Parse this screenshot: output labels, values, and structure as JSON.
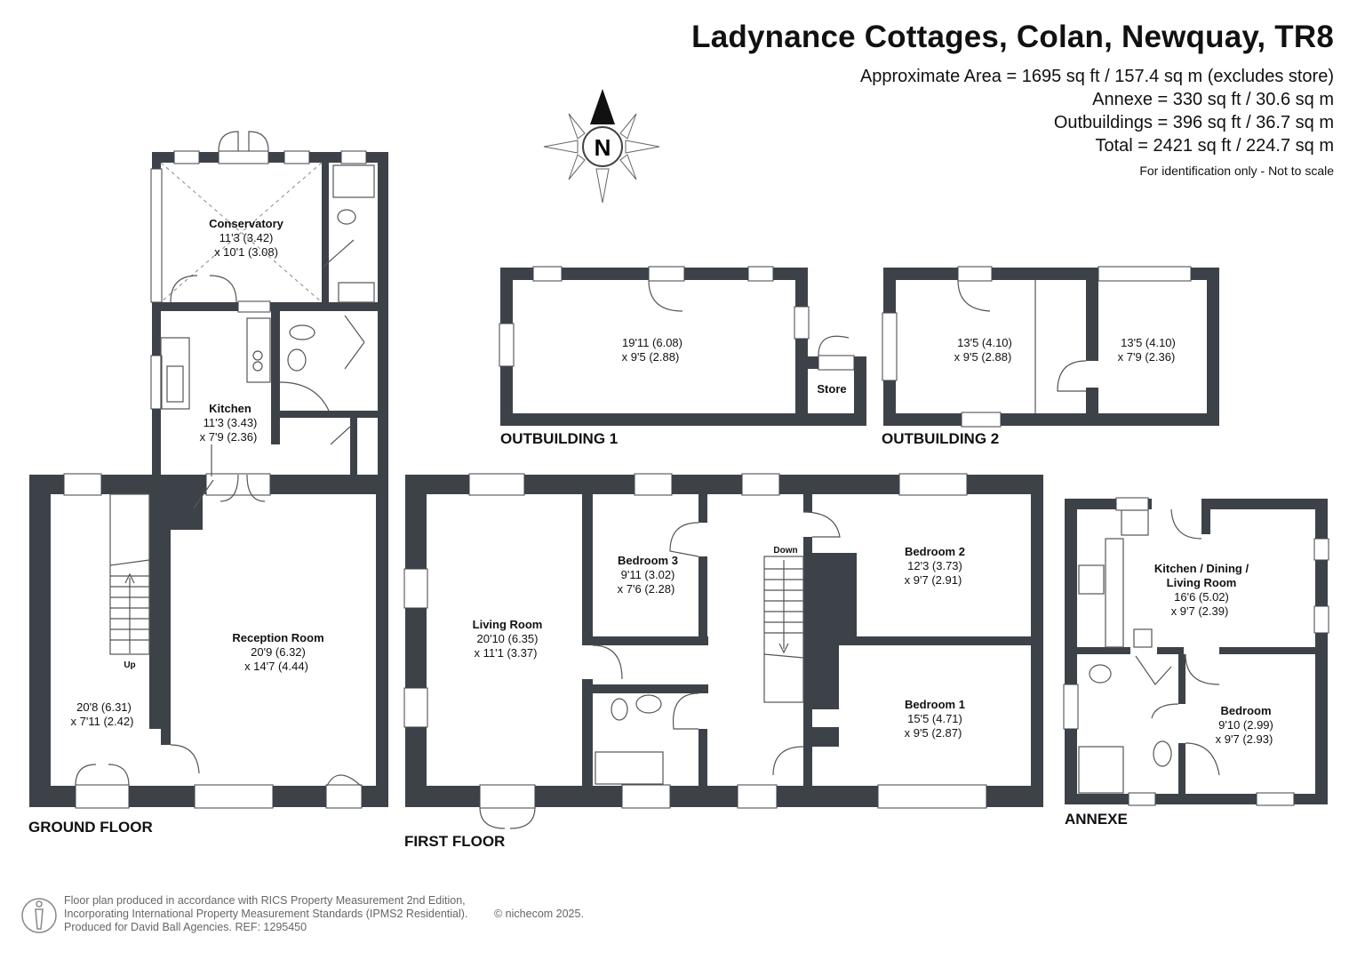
{
  "header": {
    "title": "Ladynance Cottages, Colan, Newquay, TR8",
    "areas": [
      "Approximate Area = 1695 sq ft / 157.4 sq m (excludes store)",
      "Annexe = 330 sq ft / 30.6 sq m",
      "Outbuildings = 396 sq ft / 36.7 sq m",
      "Total = 2421 sq ft / 224.7 sq m"
    ],
    "disclaimer": "For identification only - Not to scale"
  },
  "compass": {
    "label": "N"
  },
  "floors": {
    "ground": "GROUND FLOOR",
    "first": "FIRST FLOOR",
    "outbuilding1": "OUTBUILDING 1",
    "outbuilding2": "OUTBUILDING 2",
    "annexe": "ANNEXE"
  },
  "rooms": {
    "conservatory": {
      "name": "Conservatory",
      "dim1": "11'3 (3.42)",
      "dim2": "x 10'1 (3.08)"
    },
    "kitchen": {
      "name": "Kitchen",
      "dim1": "11'3 (3.43)",
      "dim2": "x 7'9 (2.36)"
    },
    "reception": {
      "name": "Reception Room",
      "dim1": "20'9 (6.32)",
      "dim2": "x 14'7 (4.44)"
    },
    "ground_side": {
      "dim1": "20'8 (6.31)",
      "dim2": "x 7'11 (2.42)"
    },
    "out1": {
      "dim1": "19'11 (6.08)",
      "dim2": "x 9'5 (2.88)"
    },
    "store": {
      "name": "Store"
    },
    "out2a": {
      "dim1": "13'5 (4.10)",
      "dim2": "x 9'5 (2.88)"
    },
    "out2b": {
      "dim1": "13'5 (4.10)",
      "dim2": "x 7'9 (2.36)"
    },
    "living": {
      "name": "Living Room",
      "dim1": "20'10 (6.35)",
      "dim2": "x 11'1 (3.37)"
    },
    "bedroom3": {
      "name": "Bedroom 3",
      "dim1": "9'11 (3.02)",
      "dim2": "x 7'6 (2.28)"
    },
    "bedroom2": {
      "name": "Bedroom 2",
      "dim1": "12'3 (3.73)",
      "dim2": "x 9'7 (2.91)"
    },
    "bedroom1": {
      "name": "Bedroom 1",
      "dim1": "15'5 (4.71)",
      "dim2": "x 9'5 (2.87)"
    },
    "annexe_kitchen": {
      "name1": "Kitchen / Dining /",
      "name2": "Living Room",
      "dim1": "16'6 (5.02)",
      "dim2": "x 9'7 (2.39)"
    },
    "annexe_bedroom": {
      "name": "Bedroom",
      "dim1": "9'10 (2.99)",
      "dim2": "x 9'7 (2.93)"
    }
  },
  "stairs": {
    "up": "Up",
    "down": "Down"
  },
  "footer": {
    "line1": "Floor plan produced in accordance with RICS Property Measurement 2nd Edition,",
    "line2": "Incorporating International Property Measurement Standards (IPMS2 Residential).",
    "line3": "Produced for David Ball Agencies.   REF:  1295450",
    "copyright": "© nichecom 2025."
  },
  "colors": {
    "wall": "#3d4249",
    "window": "#ffffff",
    "text": "#111111"
  }
}
